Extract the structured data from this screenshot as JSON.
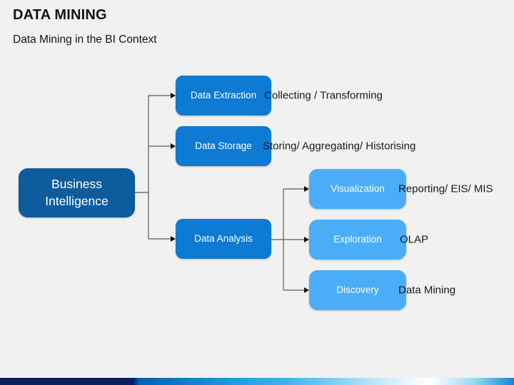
{
  "header": {
    "title": "DATA MINING",
    "subtitle": "Data Mining in the BI Context"
  },
  "diagram": {
    "root": {
      "label": "Business Intelligence"
    },
    "branches": [
      {
        "label": "Data Extraction",
        "annotation": "Collecting / Transforming"
      },
      {
        "label": "Data Storage",
        "annotation": "Storing/ Aggregating/ Historising"
      },
      {
        "label": "Data Analysis"
      }
    ],
    "leaves": [
      {
        "label": "Visualization",
        "annotation": "Reporting/ EIS/ MIS"
      },
      {
        "label": "Exploration",
        "annotation": "OLAP"
      },
      {
        "label": "Discovery",
        "annotation": "Data Mining"
      }
    ]
  },
  "colors": {
    "background": "#f1f1f1",
    "root_box": "#0f5c9c",
    "branch_box": "#0d7ad3",
    "leaf_box": "#4badf7",
    "connector_line": "#595959",
    "arrowhead": "#111111",
    "footer_navy": "#0a1e5c",
    "footer_blue": "#0f86d2"
  }
}
